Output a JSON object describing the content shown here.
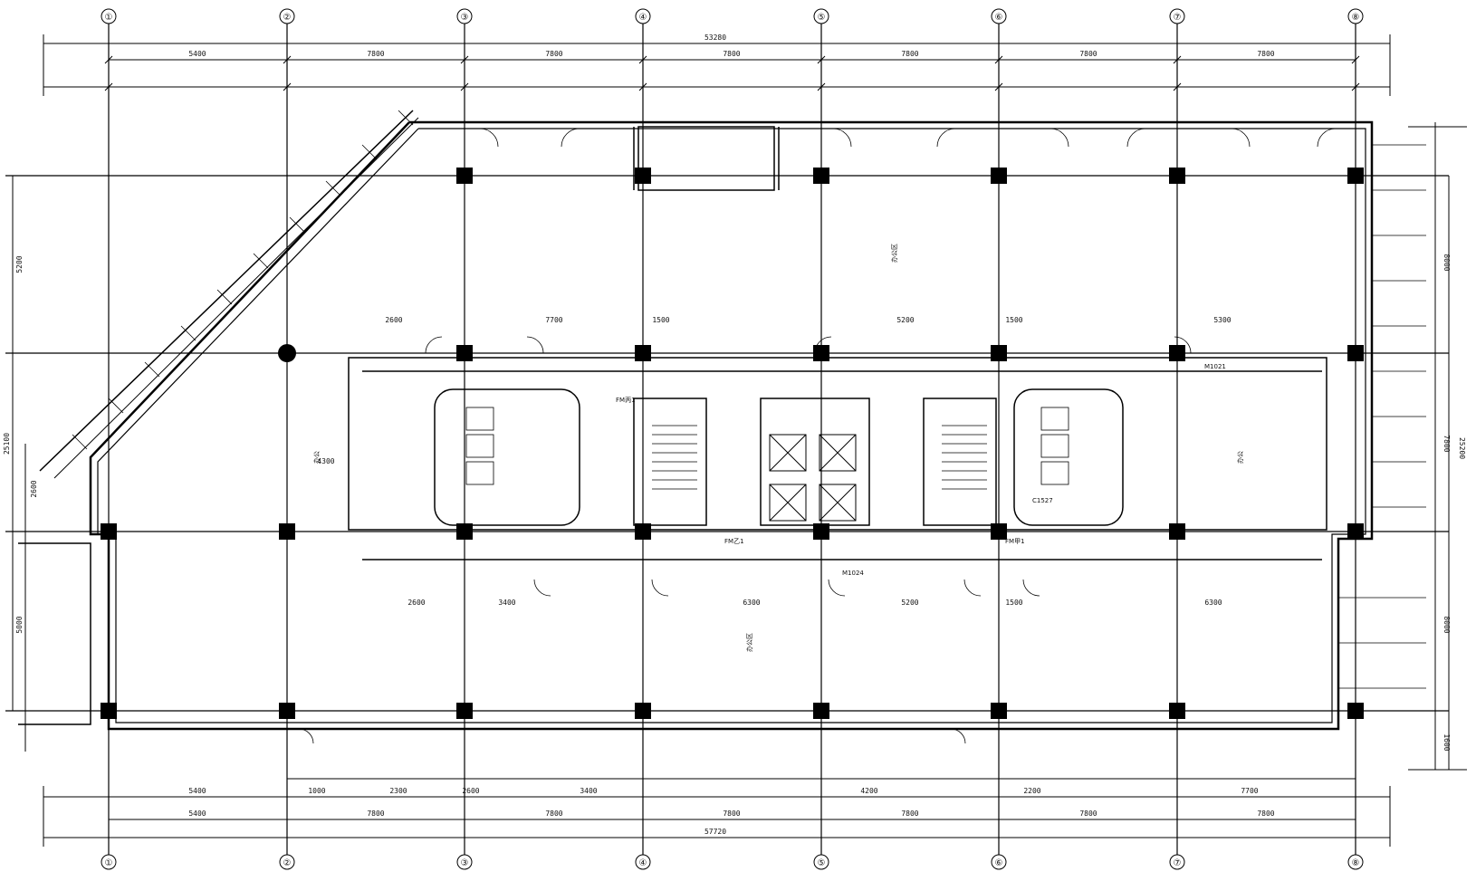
{
  "drawing": {
    "type": "architectural floor plan",
    "grid_columns": [
      "①",
      "②",
      "③",
      "④",
      "⑤",
      "⑥",
      "⑦",
      "⑧"
    ],
    "dims_top_total": "53280",
    "dims_top_bays": [
      "5400",
      "7800",
      "7800",
      "7800",
      "7800",
      "7800",
      "7800"
    ],
    "dims_bottom_total": "57720",
    "dims_bottom_bays": [
      "5400",
      "7800",
      "7800",
      "7800",
      "7800",
      "7800",
      "7800"
    ],
    "dims_bottom_mid": [
      "5400",
      "1000",
      "2300",
      "2600",
      "3400",
      "4200",
      "2200",
      "7700"
    ],
    "dims_right_total": "25200",
    "dims_right_parts": [
      "8000",
      "7800",
      "8000",
      "1600"
    ],
    "dims_left_total": "25100",
    "dims_left_parts": [
      "5200",
      "5000",
      "2600"
    ],
    "dims_core_row_top": [
      "2600",
      "7700",
      "1500",
      "5200",
      "5300",
      "1500"
    ],
    "dims_core_row_bottom": [
      "4300",
      "2600",
      "3400",
      "6300",
      "5200",
      "1500",
      "6300"
    ],
    "rooms": {
      "office_left": "办公",
      "office_right": "办公",
      "office_top": "办公区",
      "office_bottom": "办公区"
    },
    "tags": [
      "FM丙1",
      "FM乙1",
      "FM甲1",
      "M1024",
      "M1021",
      "C1527"
    ]
  }
}
